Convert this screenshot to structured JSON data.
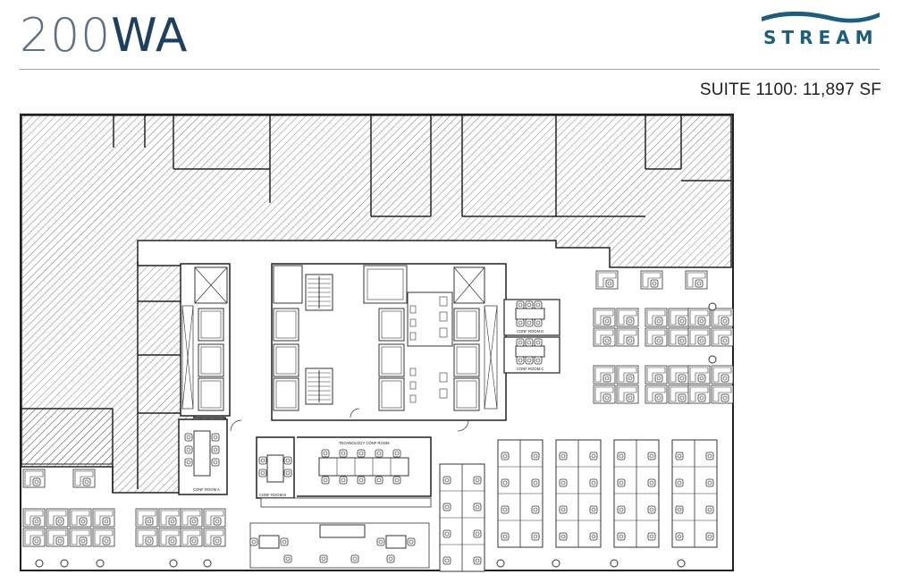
{
  "header": {
    "building_light": "200",
    "building_bold": "WA",
    "logo_text": "STREAM",
    "logo_color": "#1d5d7e",
    "suite_label": "SUITE 1100: 11,897 SF"
  },
  "floorplan": {
    "rooms": {
      "conf_room_a": "CONF ROOM A",
      "conf_room_b": "CONF ROOM B",
      "conf_room_c": "CONF ROOM C",
      "conf_room_d": "CONF ROOM D",
      "technology_conf_room": "TECHNOLOGY CONF ROOM"
    }
  }
}
